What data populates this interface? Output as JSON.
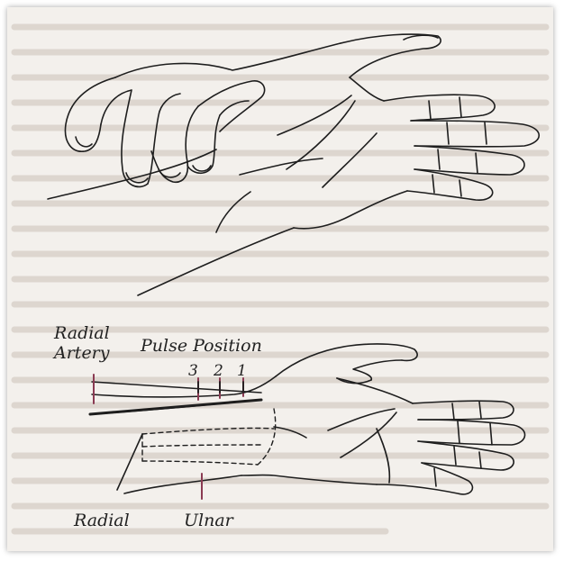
{
  "diagram": {
    "labels": {
      "radial_artery_line1": "Radial",
      "radial_artery_line2": "Artery",
      "pulse_position": "Pulse Position",
      "pos3": "3",
      "pos2": "2",
      "pos1": "1",
      "radial_bone": "Radial",
      "ulnar_bone": "Ulnar"
    },
    "colors": {
      "page_background": "#f3f0ec",
      "ink": "#1e1e1e",
      "pulse_marker": "#8a3a52"
    }
  }
}
